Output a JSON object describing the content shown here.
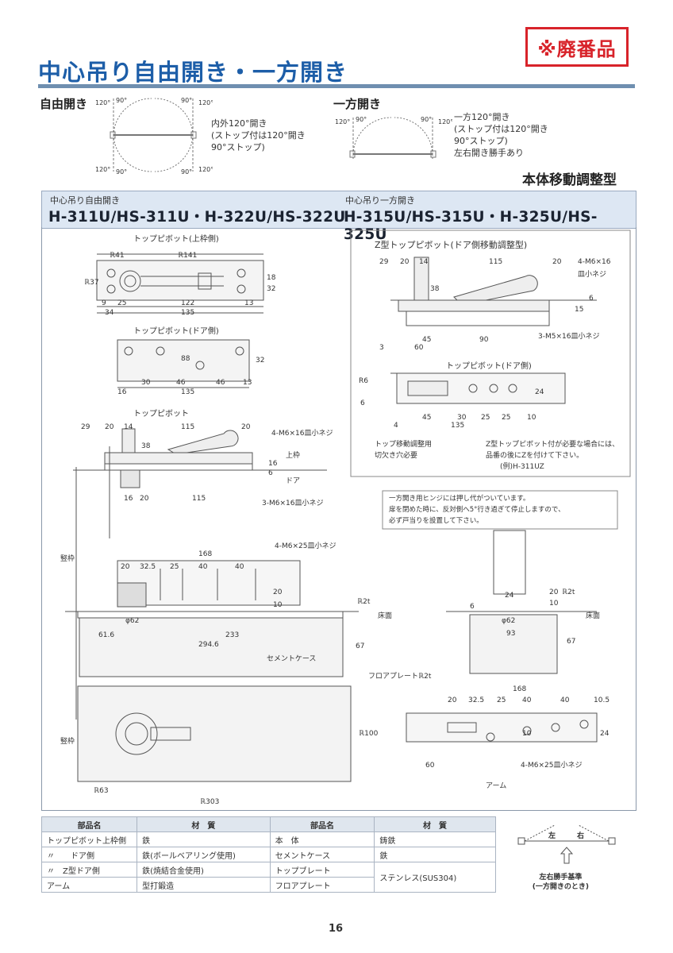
{
  "badge": "※廃番品",
  "title": "中心吊り自由開き・一方開き",
  "free_swing": {
    "label": "自由開き",
    "angles": [
      "120°",
      "90°",
      "90°",
      "120°",
      "120°",
      "90°",
      "90°",
      "120°"
    ],
    "desc": [
      "内外120°開き",
      "(ストップ付は120°開き",
      "90°ストップ)"
    ]
  },
  "single_swing": {
    "label": "一方開き",
    "angles": [
      "120°",
      "90°",
      "90°",
      "120°"
    ],
    "desc": [
      "一方120°開き",
      "(ストップ付は120°開き",
      "90°ストップ)",
      "左右開き勝手あり"
    ]
  },
  "adjust_type": "本体移動調整型",
  "model_left": {
    "small": "中心吊り自由開き",
    "big": "H-311U/HS-311U・H-322U/HS-322U"
  },
  "model_right": {
    "small": "中心吊り一方開き",
    "big": "H-315U/HS-315U・H-325U/HS-325U"
  },
  "drawings": {
    "top_pivot_upper": "トップピボット(上枠側)",
    "top_pivot_door": "トップピボット(ドア側)",
    "top_pivot": "トップピボット",
    "z_top_pivot": "Z型トップピボット(ドア側移動調整型)",
    "z_top_pivot_door": "トップピボット(ドア側)",
    "upper_frame": "上枠",
    "door": "ドア",
    "vertical_frame": "竪枠",
    "floor": "床面",
    "cement_case": "セメントケース",
    "floor_plate": "フロアプレートℝ2t",
    "arm": "アーム",
    "screws_4_m6x16": "4-M6×16皿小ネジ",
    "screws_3_m6x16": "3-M6×16皿小ネジ",
    "screws_4_m6x25": "4-M6×25皿小ネジ",
    "screws_4_m6x25_b": "4-M6×25皿小ネジ",
    "z_screw_top": "4-M6×16",
    "z_screw_top2": "皿小ネジ",
    "z_screw_bottom": "3-M5×16皿小ネジ",
    "slot_note": [
      "トップ移動調整用",
      "切欠き穴必要"
    ],
    "z_note": [
      "Z型トップピボット付が必要な場合には、",
      "品番の後にZを付けて下さい。",
      "(例)H-311UZ"
    ],
    "single_note": [
      "一方開き用ヒンジには押し代がついています。",
      "扉を閉めた時に、反対側へ5°行き過ぎて停止しますので、",
      "必ず戸当りを設置して下さい。"
    ],
    "dims_upper": [
      "ℝ41",
      "ℝ141",
      "ℝ37",
      "18",
      "32",
      "9",
      "25",
      "122",
      "13",
      "34",
      "135"
    ],
    "dims_door": [
      "88",
      "32",
      "30",
      "46",
      "46",
      "13",
      "16",
      "135"
    ],
    "dims_pivot": [
      "29",
      "20",
      "14",
      "115",
      "20",
      "38",
      "16",
      "6",
      "16",
      "20",
      "115"
    ],
    "dims_z": [
      "29",
      "20",
      "14",
      "115",
      "20",
      "38",
      "15",
      "6",
      "45",
      "90",
      "3",
      "60",
      "R6",
      "6",
      "24",
      "45",
      "30",
      "25",
      "25",
      "10",
      "4",
      "135"
    ],
    "dims_body": [
      "168",
      "20",
      "32.5",
      "25",
      "40",
      "40",
      "20",
      "10",
      "ℝ2t",
      "φ62",
      "61.6",
      "233",
      "294.6",
      "67",
      "ℝ100",
      "ℝ63",
      "ℝ303"
    ],
    "dims_right": [
      "24",
      "20",
      "10",
      "ℝ2t",
      "6",
      "φ62",
      "93",
      "67",
      "168",
      "20",
      "32.5",
      "25",
      "40",
      "40",
      "10.5",
      "10",
      "24",
      "60"
    ]
  },
  "parts_table": {
    "headers": [
      "部品名",
      "材　質",
      "部品名",
      "材　質"
    ],
    "rows": [
      [
        "トップピボット上枠側",
        "鉄",
        "本　体",
        "鋳鉄"
      ],
      [
        "〃　　ドア側",
        "鉄(ボールベアリング使用)",
        "セメントケース",
        "鉄"
      ],
      [
        "〃　Z型ドア側",
        "鉄(焼結合金使用)",
        "トップブレート",
        "ステンレス(SUS304)"
      ],
      [
        "アーム",
        "型打鍛造",
        "フロアプレート",
        ""
      ]
    ]
  },
  "hand_legend": {
    "left": "左",
    "right": "右",
    "caption": [
      "左右勝手基準",
      "(一方開きのとき)"
    ]
  },
  "page_number": "16"
}
